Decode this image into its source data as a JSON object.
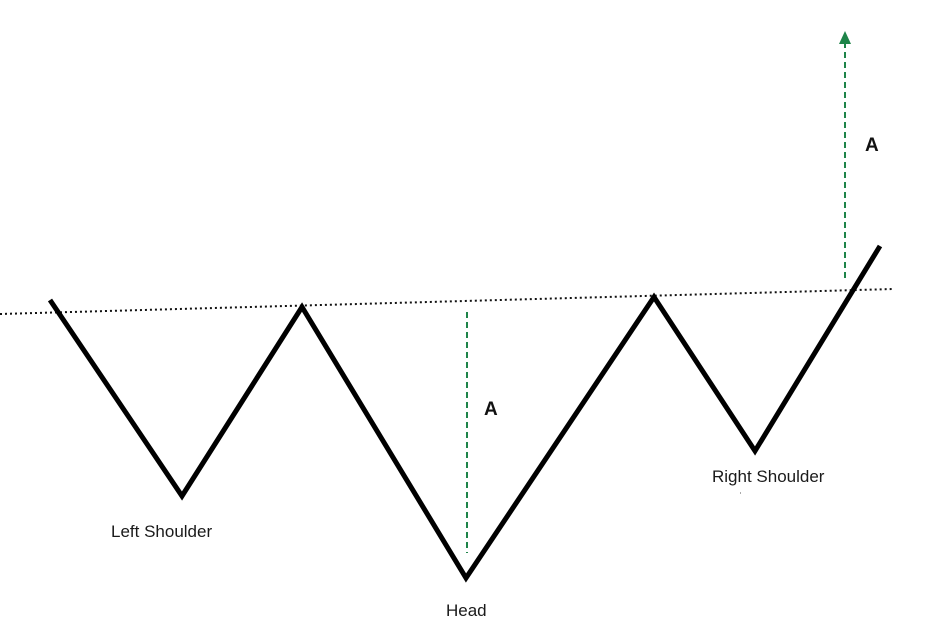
{
  "diagram": {
    "labels": {
      "left_shoulder": "Left Shoulder",
      "head": "Head",
      "right_shoulder": "Right Shoulder",
      "measure_head": "A",
      "measure_target": "A"
    },
    "colors": {
      "price_line": "#000000",
      "neckline": "#111111",
      "measure_line": "#1e8449",
      "text": "#1a1a1a"
    }
  }
}
